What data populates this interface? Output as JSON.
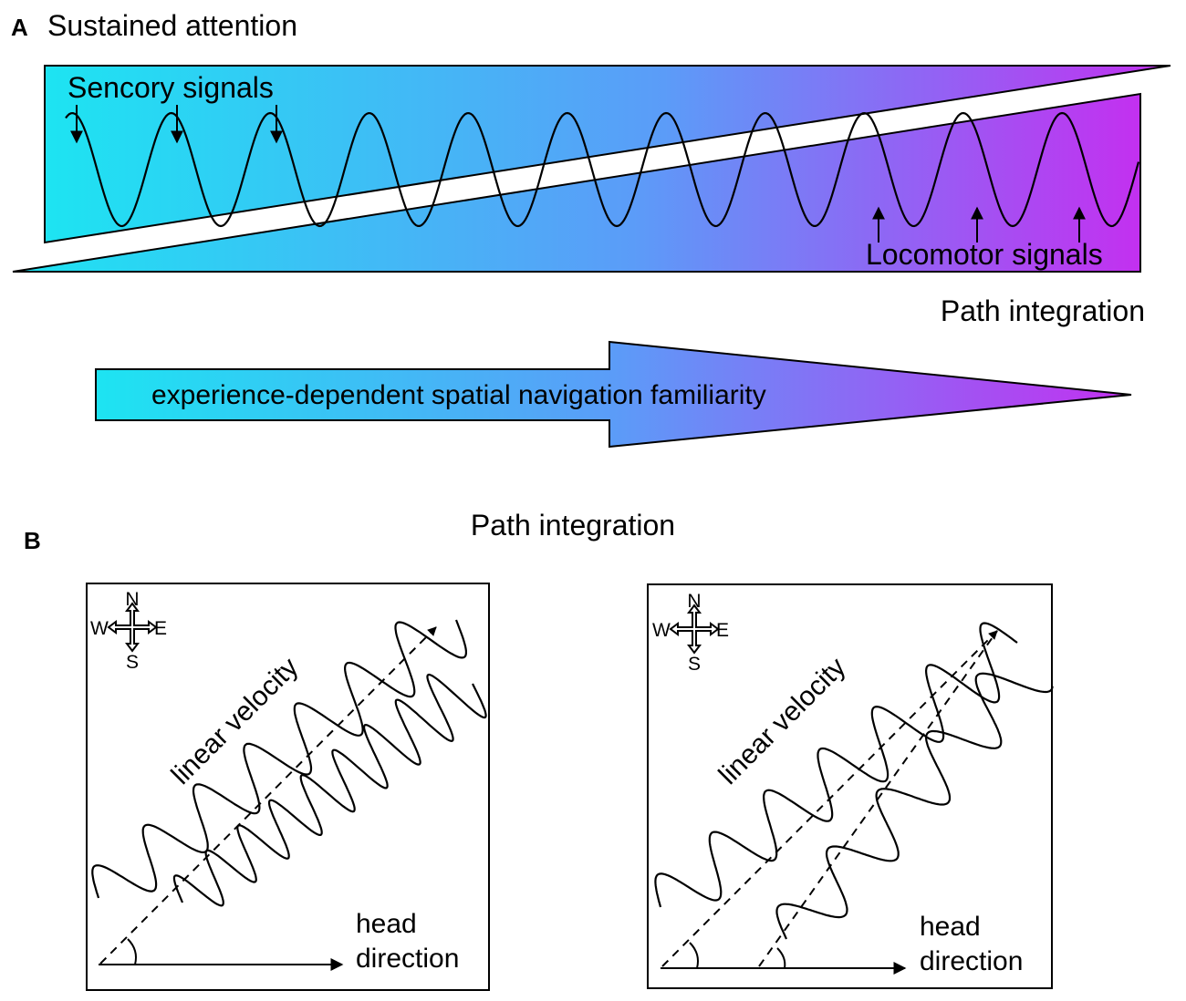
{
  "panel_a": {
    "letter": "A",
    "title": "Sustained attention",
    "sensory_label": "Sencory signals",
    "locomotor_label": "Locomotor signals",
    "right_label": "Path integration",
    "arrow_label": "experience-dependent spatial navigation familiarity",
    "colors": {
      "start": "#1de4f2",
      "mid": "#5b9cf8",
      "end": "#c330f0"
    }
  },
  "panel_b": {
    "letter": "B",
    "title": "Path integration",
    "compass": {
      "n": "N",
      "s": "S",
      "w": "W",
      "e": "E"
    },
    "velocity_label": "linear velocity",
    "head_label_1": "head",
    "head_label_2": "direction"
  }
}
